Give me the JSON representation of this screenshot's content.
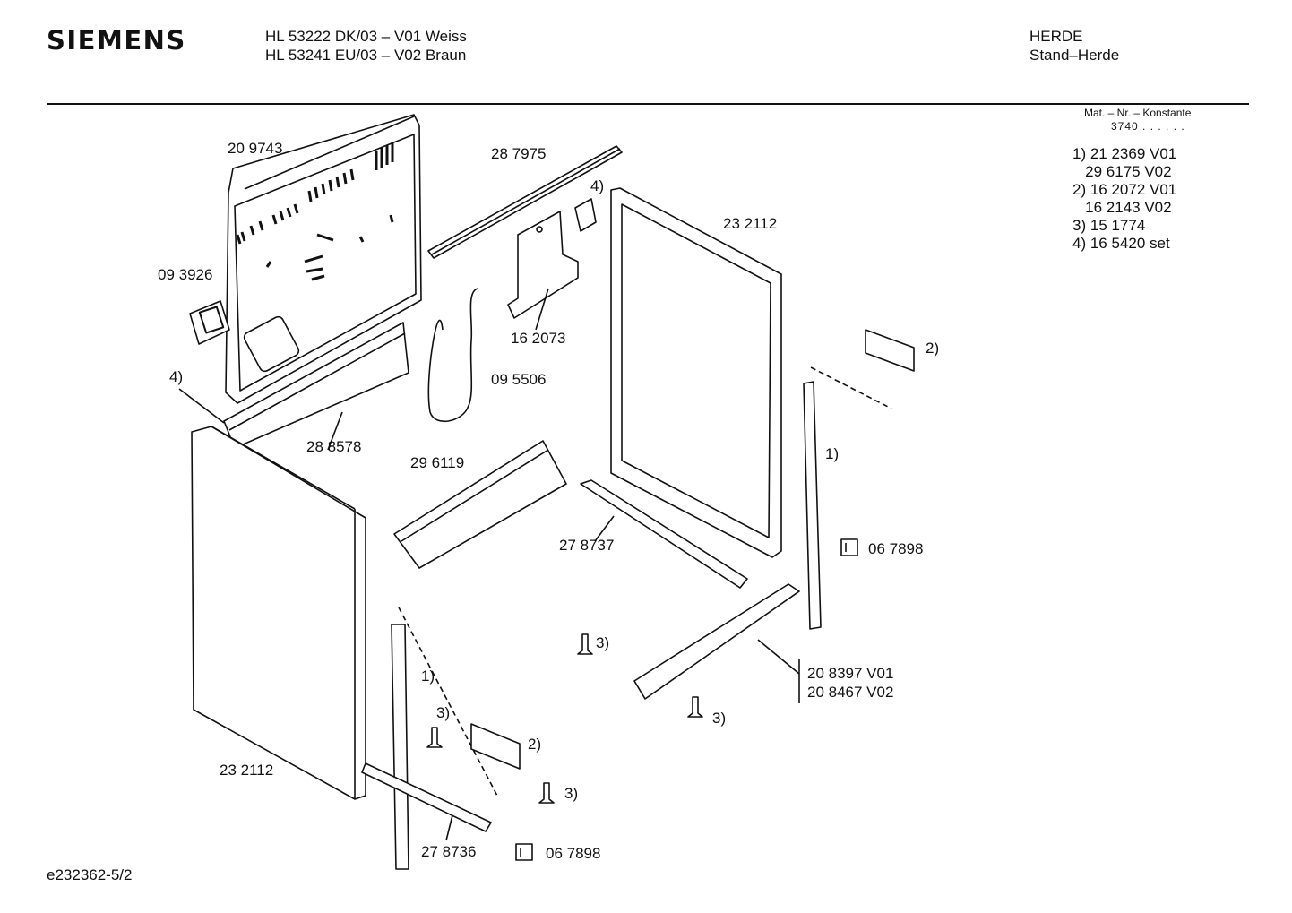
{
  "header": {
    "brand": "SIEMENS",
    "model_lines": [
      "HL 53222 DK/03 – V01 Weiss",
      "HL 53241 EU/03 – V02 Braun"
    ],
    "category_lines": [
      "HERDE",
      "Stand–Herde"
    ],
    "mat_nr_label": "Mat. – Nr. – Konstante",
    "mat_nr_value": "3740 . .  .  .  .  ."
  },
  "key_list": [
    "1) 21 2369 V01",
    "   29 6175 V02",
    "2) 16 2072 V01",
    "   16 2143 V02",
    "3) 15 1774",
    "4) 16 5420 set"
  ],
  "part_labels": {
    "back_panel": "20 9743",
    "control_box": "09 3926",
    "ref4_left": "4)",
    "top_rail": "28 7975",
    "ref4_bracket": "4)",
    "bracket": "16 2073",
    "wire": "09 5506",
    "right_side_panel": "23 2112",
    "rear_crossbar": "28 8578",
    "bottom_tray": "29 6119",
    "rail_right": "27 8737",
    "ref2_upper": "2)",
    "ref1_right": "1)",
    "foot_right": "06 7898",
    "ref3_a": "3)",
    "plinth_v01": "20 8397 V01",
    "plinth_v02": "20 8467 V02",
    "ref3_b": "3)",
    "ref1_left": "1)",
    "ref3_c": "3)",
    "ref2_lower": "2)",
    "ref3_d": "3)",
    "left_side_panel": "23 2112",
    "rail_left": "27 8736",
    "foot_left": "06 7898"
  },
  "footer": {
    "drawing_id": "e232362-5/2"
  }
}
